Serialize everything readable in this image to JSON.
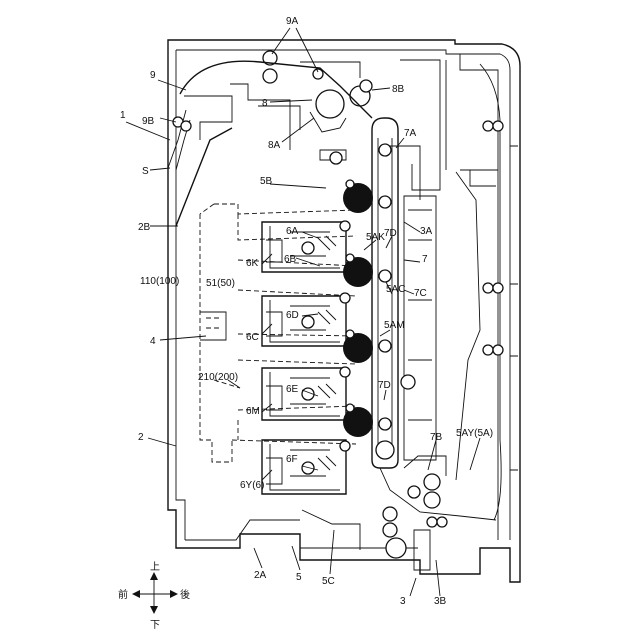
{
  "labels": {
    "l_9A": "9A",
    "l_9": "9",
    "l_8B": "8B",
    "l_8": "8",
    "l_1": "1",
    "l_9B": "9B",
    "l_8A": "8A",
    "l_7A": "7A",
    "l_S": "S",
    "l_5B": "5B",
    "l_2B": "2B",
    "l_6A": "6A",
    "l_5AK": "5AK",
    "l_7D_top": "7D",
    "l_3A": "3A",
    "l_7": "7",
    "l_6K": "6K",
    "l_6B": "6B",
    "l_110": "110(100)",
    "l_51": "51(50)",
    "l_5AC": "5AC",
    "l_7C": "7C",
    "l_6D": "6D",
    "l_5AM": "5AM",
    "l_4": "4",
    "l_6C": "6C",
    "l_210": "210(200)",
    "l_6E": "6E",
    "l_7D_bot": "7D",
    "l_6M": "6M",
    "l_2": "2",
    "l_5AY": "5AY(5A)",
    "l_7B": "7B",
    "l_6F": "6F",
    "l_6Y": "6Y(6)",
    "l_2A": "2A",
    "l_5": "5",
    "l_5C": "5C",
    "l_3": "3",
    "l_3B": "3B"
  },
  "orientation": {
    "up": "上",
    "back": "後",
    "front": "前",
    "down": "下"
  }
}
